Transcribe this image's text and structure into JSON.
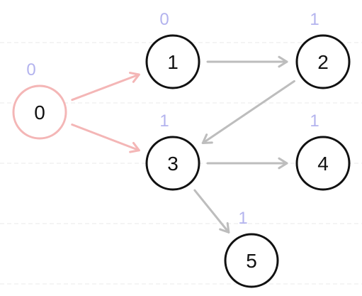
{
  "colors": {
    "background": "#ffffff",
    "grid": "#e8e8e8",
    "node_stroke": "#111111",
    "node_text": "#111111",
    "source_stroke": "#f4b6b6",
    "source_edge": "#f4b6b6",
    "edge": "#bdbdbd",
    "badge": "#b3b3ee"
  },
  "nodes": [
    {
      "id": "0",
      "label": "0",
      "badge": "0",
      "highlight": true
    },
    {
      "id": "1",
      "label": "1",
      "badge": "0",
      "highlight": false
    },
    {
      "id": "2",
      "label": "2",
      "badge": "1",
      "highlight": false
    },
    {
      "id": "3",
      "label": "3",
      "badge": "1",
      "highlight": false
    },
    {
      "id": "4",
      "label": "4",
      "badge": "1",
      "highlight": false
    },
    {
      "id": "5",
      "label": "5",
      "badge": "1",
      "highlight": false
    }
  ],
  "edges": [
    {
      "from": "0",
      "to": "1",
      "highlight": true
    },
    {
      "from": "0",
      "to": "3",
      "highlight": true
    },
    {
      "from": "1",
      "to": "2",
      "highlight": false
    },
    {
      "from": "2",
      "to": "3",
      "highlight": false
    },
    {
      "from": "3",
      "to": "4",
      "highlight": false
    },
    {
      "from": "3",
      "to": "5",
      "highlight": false
    }
  ]
}
